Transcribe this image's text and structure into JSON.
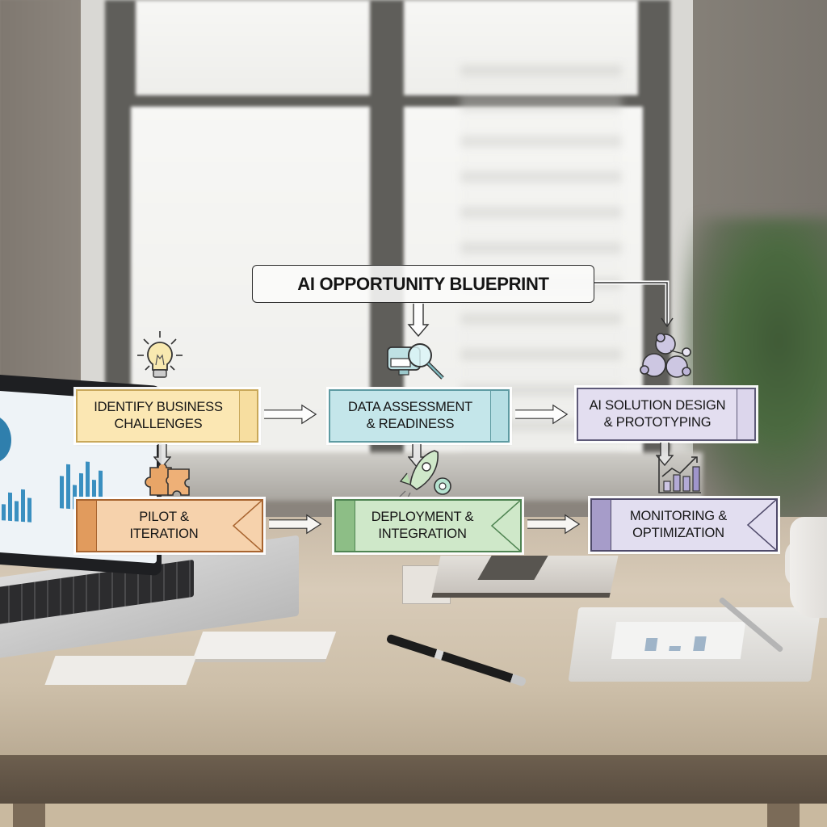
{
  "diagram": {
    "title": "AI OPPORTUNITY BLUEPRINT",
    "steps": [
      {
        "id": "identify",
        "label": "IDENTIFY BUSINESS\nCHALLENGES",
        "icon": "lightbulb-icon",
        "fill": "#fbe7b3",
        "stroke": "#c9a85a",
        "row": 1
      },
      {
        "id": "data",
        "label": "DATA ASSESSMENT\n& READINESS",
        "icon": "data-magnifier-icon",
        "fill": "#c4e6ea",
        "stroke": "#5e9ba2",
        "row": 1
      },
      {
        "id": "design",
        "label": "AI SOLUTION DESIGN\n& PROTOTYPING",
        "icon": "robot-cluster-icon",
        "fill": "#e3def0",
        "stroke": "#5e5a78",
        "row": 1
      },
      {
        "id": "pilot",
        "label": "PILOT &\nITERATION",
        "icon": "puzzle-icon",
        "fill": "#f6d2ac",
        "stroke": "#a8642f",
        "band": "#e19b5d",
        "row": 2
      },
      {
        "id": "deploy",
        "label": "DEPLOYMENT &\nINTEGRATION",
        "icon": "rocket-gear-icon",
        "fill": "#cfe8c9",
        "stroke": "#4f8452",
        "band": "#8dbe86",
        "row": 2
      },
      {
        "id": "monitor",
        "label": "MONITORING &\nOPTIMIZATION",
        "icon": "growth-chart-icon",
        "fill": "#e2def0",
        "stroke": "#4f4a6a",
        "band": "#a69cc9",
        "row": 2
      }
    ],
    "connections": [
      {
        "from": "title",
        "to": "data",
        "type": "down-arrow"
      },
      {
        "from": "title",
        "to": "design",
        "type": "elbow-arrow"
      },
      {
        "from": "identify",
        "to": "data",
        "type": "right-arrow"
      },
      {
        "from": "data",
        "to": "design",
        "type": "right-arrow"
      },
      {
        "from": "identify",
        "to": "pilot",
        "type": "down-arrow"
      },
      {
        "from": "data",
        "to": "deploy",
        "type": "down-arrow"
      },
      {
        "from": "design",
        "to": "monitor",
        "type": "down-arrow"
      },
      {
        "from": "pilot",
        "to": "deploy",
        "type": "right-arrow"
      },
      {
        "from": "deploy",
        "to": "monitor",
        "type": "right-arrow"
      }
    ]
  },
  "scene": {
    "setting": "office desk in front of window",
    "objects": [
      "laptop with charts",
      "notebooks",
      "pen",
      "business cards",
      "coffee mug",
      "plant"
    ]
  }
}
